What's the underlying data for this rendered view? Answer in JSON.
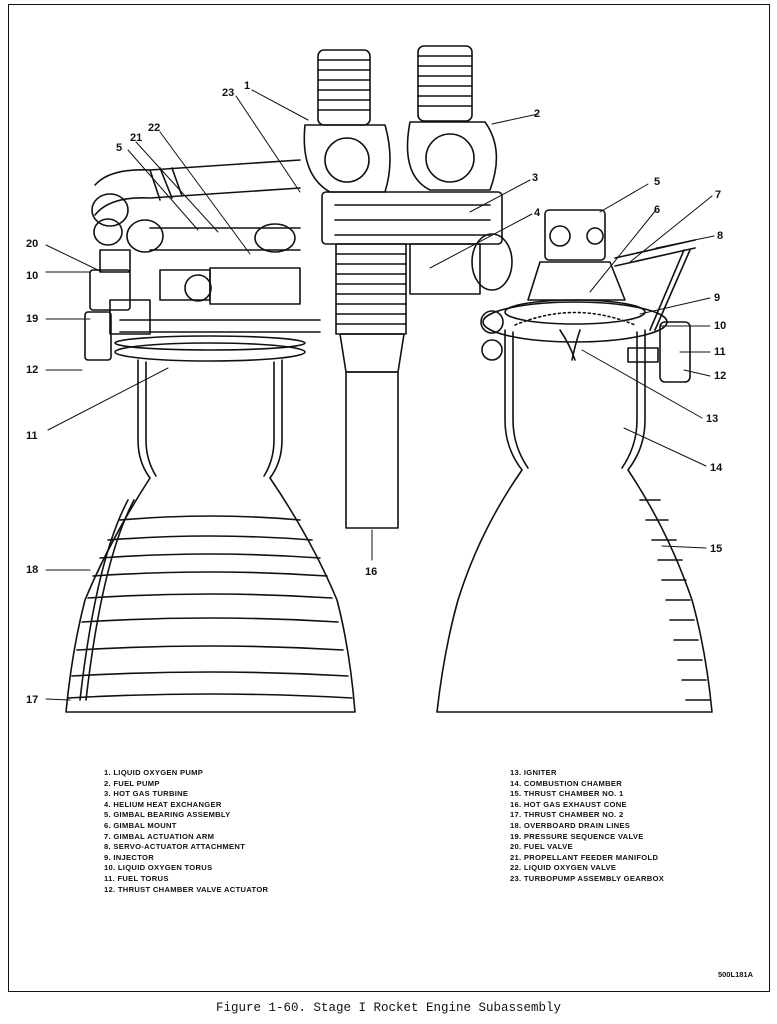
{
  "figure": {
    "caption": "Figure 1-60.  Stage I Rocket Engine Subassembly",
    "drawing_id": "500L181A"
  },
  "callouts": [
    "1",
    "2",
    "3",
    "4",
    "5",
    "5",
    "6",
    "7",
    "8",
    "9",
    "10",
    "10",
    "11",
    "11",
    "12",
    "12",
    "13",
    "14",
    "15",
    "16",
    "17",
    "18",
    "19",
    "20",
    "21",
    "22",
    "23"
  ],
  "legend": {
    "left": [
      "1. LIQUID OXYGEN PUMP",
      "2. FUEL PUMP",
      "3. HOT GAS TURBINE",
      "4. HELIUM HEAT EXCHANGER",
      "5. GIMBAL BEARING ASSEMBLY",
      "6. GIMBAL MOUNT",
      "7. GIMBAL ACTUATION ARM",
      "8. SERVO-ACTUATOR ATTACHMENT",
      "9. INJECTOR",
      "10. LIQUID OXYGEN TORUS",
      "11. FUEL TORUS",
      "12. THRUST CHAMBER VALVE ACTUATOR"
    ],
    "right": [
      "13. IGNITER",
      "14. COMBUSTION CHAMBER",
      "15. THRUST CHAMBER NO. 1",
      "16. HOT GAS EXHAUST CONE",
      "17. THRUST CHAMBER NO. 2",
      "18. OVERBOARD DRAIN LINES",
      "19. PRESSURE SEQUENCE VALVE",
      "20. FUEL VALVE",
      "21. PROPELLANT FEEDER MANIFOLD",
      "22. LIQUID OXYGEN VALVE",
      "23. TURBOPUMP ASSEMBLY GEARBOX"
    ]
  }
}
